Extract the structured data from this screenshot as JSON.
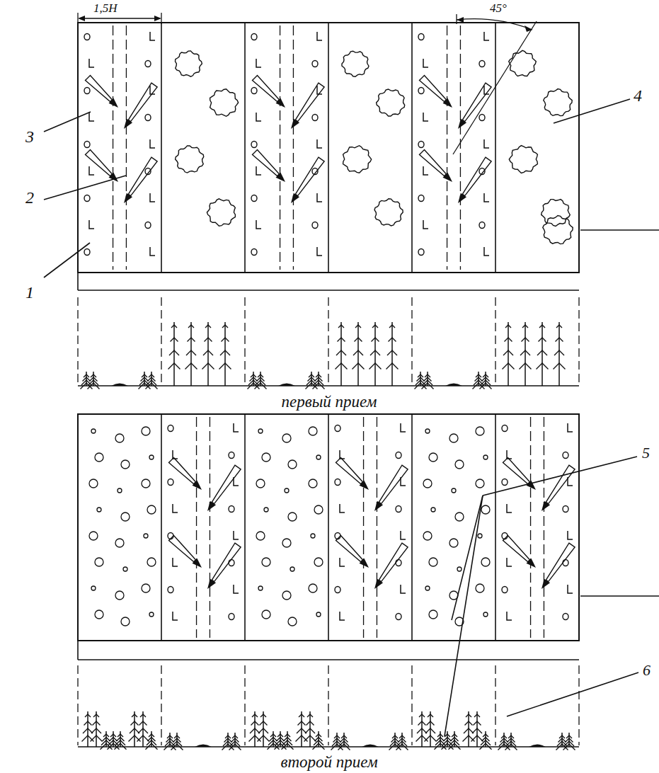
{
  "diagram": {
    "labels": [
      "1,5H",
      "45°",
      "3",
      "2",
      "1",
      "4",
      "5",
      "6",
      "первый прием",
      "второй прием"
    ]
  }
}
